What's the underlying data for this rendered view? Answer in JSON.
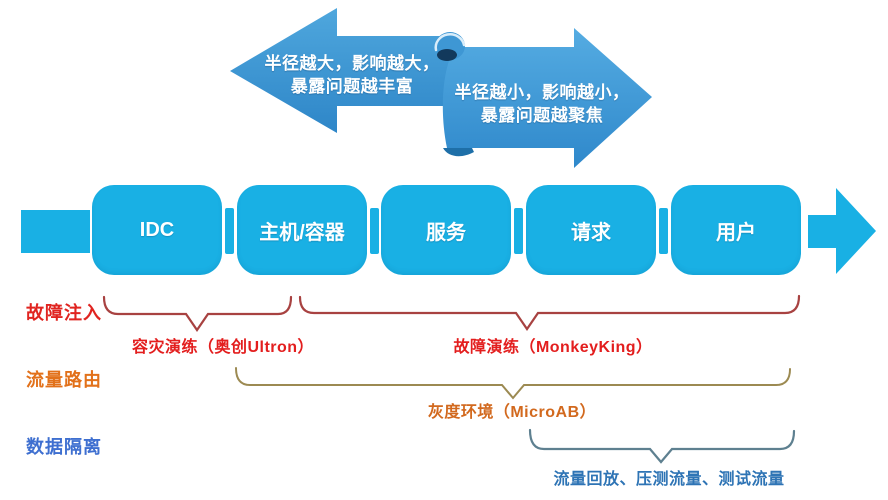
{
  "top_banner": {
    "left_arrow": {
      "line1": "半径越大，影响越大，",
      "line2": "暴露问题越丰富"
    },
    "right_arrow": {
      "line1": "半径越小，影响越小，",
      "line2": "暴露问题越聚焦"
    }
  },
  "flow": {
    "stages": [
      "IDC",
      "主机/容器",
      "服务",
      "请求",
      "用户"
    ]
  },
  "annotations": {
    "row_labels": {
      "fault_injection": "故障注入",
      "traffic_routing": "流量路由",
      "data_isolation": "数据隔离"
    },
    "texts": {
      "disaster_drill": "容灾演练（奥创Ultron）",
      "fault_drill": "故障演练（MonkeyKing）",
      "gray_env": "灰度环境（MicroAB）",
      "traffic_tools": "流量回放、压测流量、测试流量"
    }
  },
  "colors": {
    "stage_cyan": "#19B0E4",
    "banner_blue_top": "#4FA7DD",
    "banner_blue_bottom": "#2E86C8",
    "red_text": "#E31E1E",
    "red_brace": "#A84241",
    "orange_text": "#D2691E",
    "tan_brace": "#9C8A52",
    "blue_text": "#2E74B5",
    "blue_label": "#3E6FD0",
    "slate_brace": "#5E8090"
  }
}
